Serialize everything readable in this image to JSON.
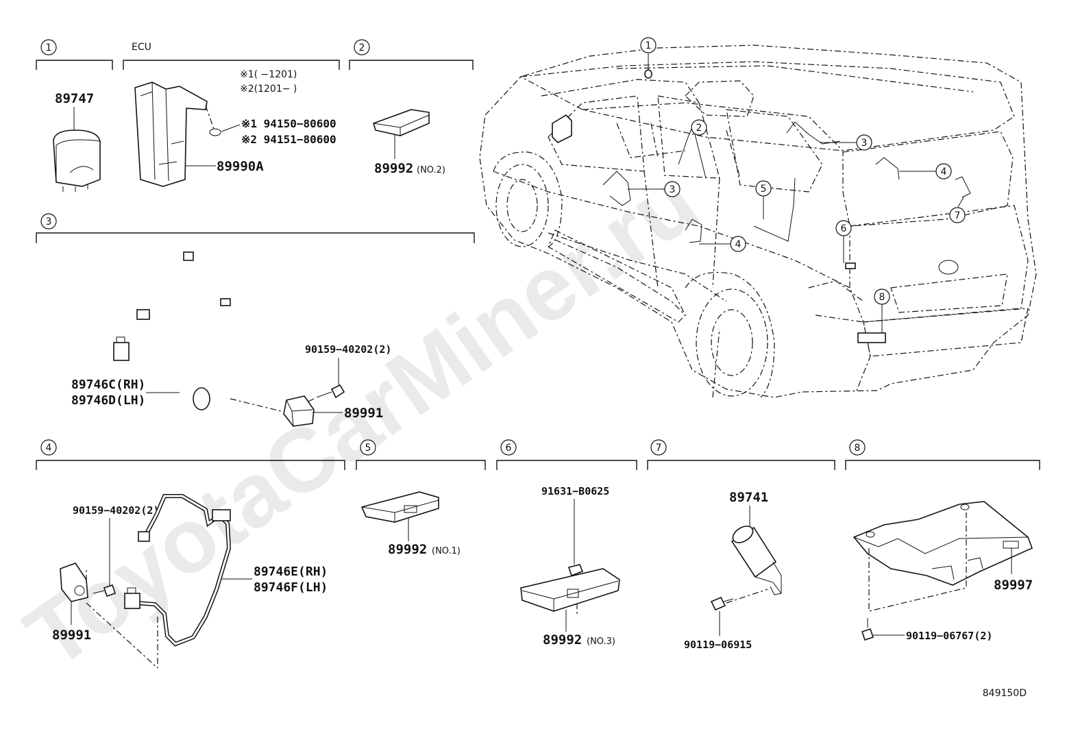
{
  "watermark": "ToyotaCarMiner.ru",
  "diagram_code": "849150D",
  "ecu_label": "ECU",
  "callout_numbers": [
    "1",
    "2",
    "3",
    "4",
    "5",
    "6",
    "7",
    "8"
  ],
  "groups": {
    "g1": {
      "number": "1",
      "part": "89747"
    },
    "ecu": {
      "label": "ECU",
      "note1": "※1(      −1201)",
      "note2": "※2(1201−      )",
      "fastener1": "※1 94150−80600",
      "fastener2": "※2 94151−80600",
      "part": "89990A"
    },
    "g2": {
      "number": "2",
      "part": "89992",
      "suffix": "(NO.2)"
    },
    "g3": {
      "number": "3",
      "bolt": "90159−40202(2)",
      "harness_rh": "89746C(RH)",
      "harness_lh": "89746D(LH)",
      "sensor": "89991"
    },
    "g4": {
      "number": "4",
      "bolt": "90159−40202(2)",
      "harness_rh": "89746E(RH)",
      "harness_lh": "89746F(LH)",
      "sensor": "89991"
    },
    "g5": {
      "number": "5",
      "part": "89992",
      "suffix": "(NO.1)"
    },
    "g6": {
      "number": "6",
      "screw": "91631−B0625",
      "part": "89992",
      "suffix": "(NO.3)"
    },
    "g7": {
      "number": "7",
      "part": "89741",
      "bolt": "90119−06915"
    },
    "g8": {
      "number": "8",
      "part": "89997",
      "bolt": "90119−06767(2)"
    }
  }
}
